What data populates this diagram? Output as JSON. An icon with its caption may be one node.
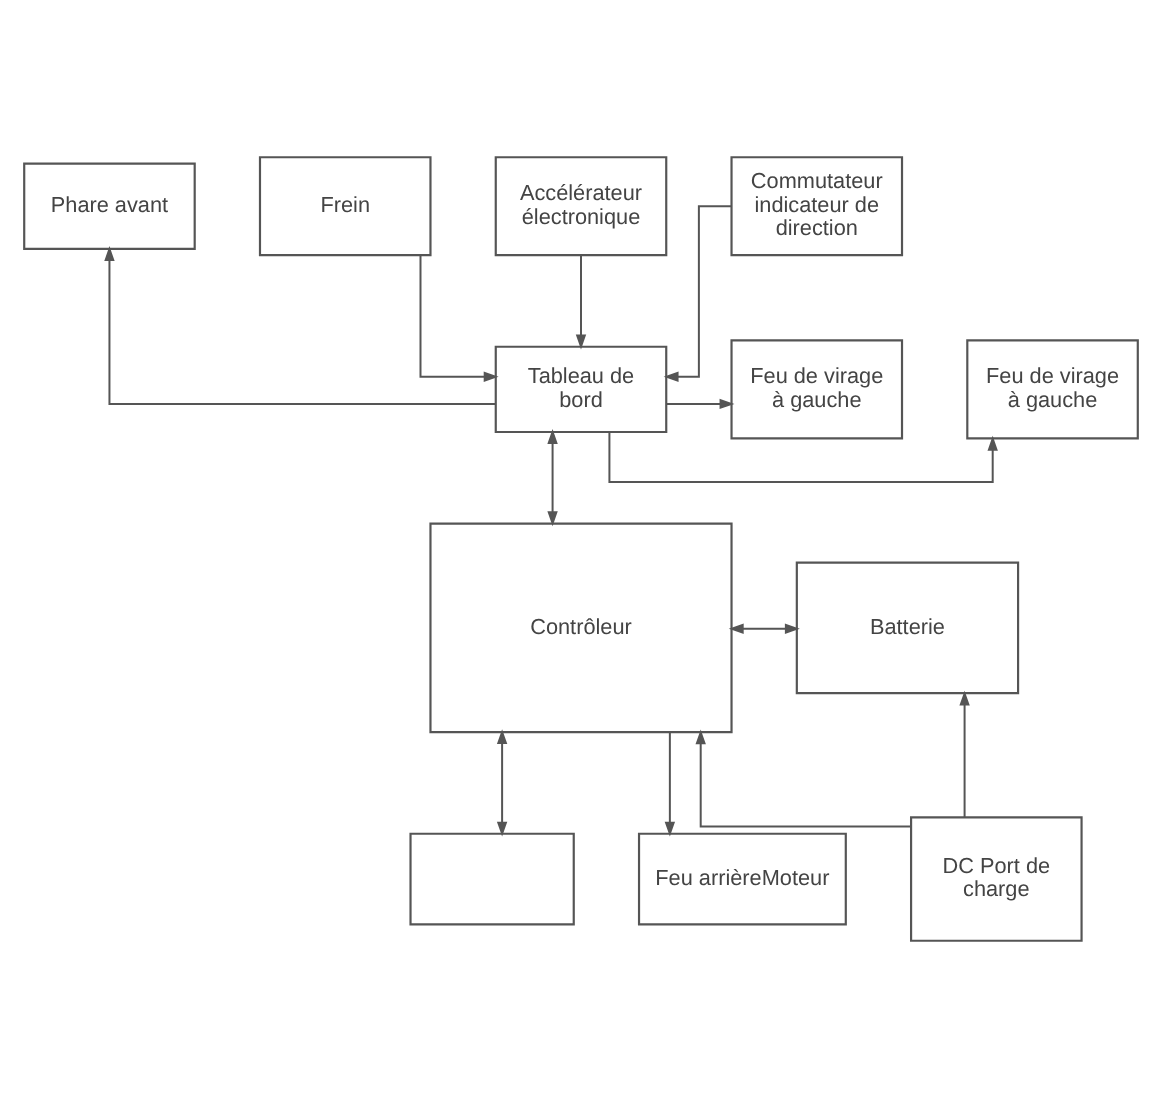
{
  "diagram": {
    "nodes": [
      {
        "text": [
          "Phare avant"
        ]
      },
      {
        "text": [
          "Feu de virage à gauche"
        ]
      },
      {
        "text": [
          "Feu de virage à gauche"
        ]
      },
      {
        "text": [
          "Tableau de bord"
        ]
      },
      {
        "text": [
          "Frein"
        ]
      },
      {
        "text": [
          "Accélérateur électronique"
        ]
      },
      {
        "text": [
          "Commutateur indicateur de direction"
        ]
      },
      {
        "text": [
          "Contrôleur"
        ]
      },
      {
        "text": [
          "Batterie"
        ]
      },
      {
        "text": [
          "DC Port de charge"
        ]
      },
      {
        "text": [],
        "shape": "box"
      },
      {
        "text": [
          "Feu arrièreMoteur"
        ]
      }
    ],
    "edges": [
      {
        "from": 3,
        "to": 0,
        "arrow": "to"
      },
      {
        "from": 3,
        "to": 1,
        "arrow": "to"
      },
      {
        "from": 3,
        "to": 2,
        "arrow": "to"
      },
      {
        "from": 4,
        "to": 3,
        "arrow": "to"
      },
      {
        "from": 6,
        "to": 3,
        "arrow": "to"
      },
      {
        "from": 5,
        "to": 3,
        "arrow": "to"
      },
      {
        "from": 3,
        "to": 7,
        "arrow": "both"
      },
      {
        "from": 7,
        "to": 8,
        "arrow": "both"
      },
      {
        "from": 9,
        "to": 8,
        "arrow": "to"
      },
      {
        "from": 9,
        "to": 7,
        "arrow": "to"
      },
      {
        "from": 7,
        "to": 10,
        "arrow": "both"
      },
      {
        "from": 7,
        "to": 11,
        "arrow": "to"
      }
    ]
  }
}
